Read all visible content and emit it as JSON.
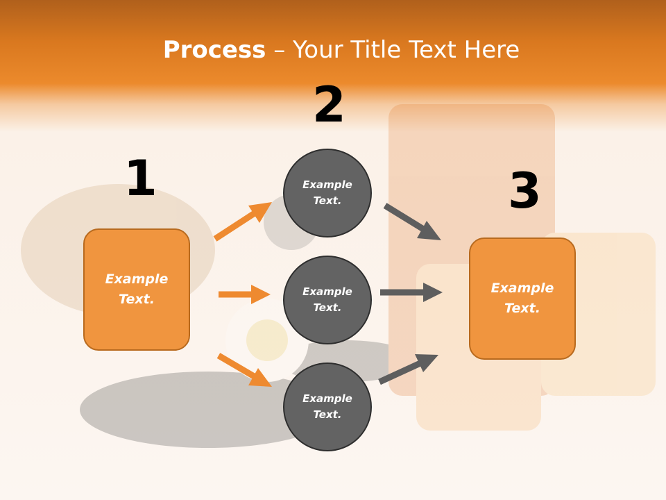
{
  "title": {
    "bold": "Process",
    "rest": " – Your Title Text Here"
  },
  "steps": [
    {
      "number": "1",
      "text": "Example Text."
    },
    {
      "number": "2",
      "texts": [
        "Example Text.",
        "Example Text.",
        "Example Text."
      ]
    },
    {
      "number": "3",
      "text": "Example Text."
    }
  ],
  "colors": {
    "accent": "#f0953f",
    "header": "#e07f22",
    "circle": "#636363",
    "arrow_orange": "#ee8a30",
    "arrow_gray": "#5e5e5e"
  }
}
